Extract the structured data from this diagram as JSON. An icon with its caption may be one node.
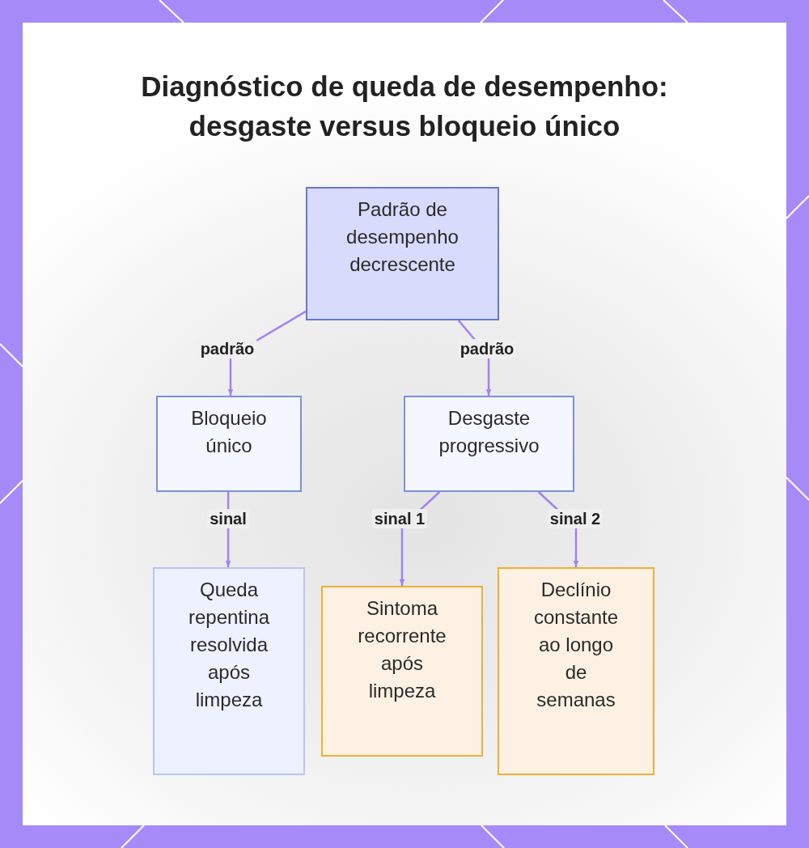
{
  "diagram": {
    "title": "Diagnóstico de queda de desempenho: desgaste versus bloqueio único",
    "nodes": [
      {
        "text": [
          "Padrão de desempenho decrescente"
        ]
      },
      {
        "text": [
          "Bloqueio único"
        ]
      },
      {
        "text": [
          "Desgaste progressivo"
        ]
      },
      {
        "text": [
          "Queda repentina resolvida após limpeza"
        ]
      },
      {
        "text": [
          "Sintoma recorrente após limpeza"
        ]
      },
      {
        "text": [
          "Declínio constante ao longo de semanas"
        ]
      }
    ],
    "edges": [
      {
        "from": 0,
        "to": 1,
        "arrow": "to",
        "label": "padrão"
      },
      {
        "from": 0,
        "to": 2,
        "arrow": "to",
        "label": "padrão"
      },
      {
        "from": 1,
        "to": 3,
        "arrow": "to",
        "label": "sinal"
      },
      {
        "from": 2,
        "to": 4,
        "arrow": "to",
        "label": "sinal 1"
      },
      {
        "from": 2,
        "to": 5,
        "arrow": "to",
        "label": "sinal 2"
      }
    ]
  }
}
